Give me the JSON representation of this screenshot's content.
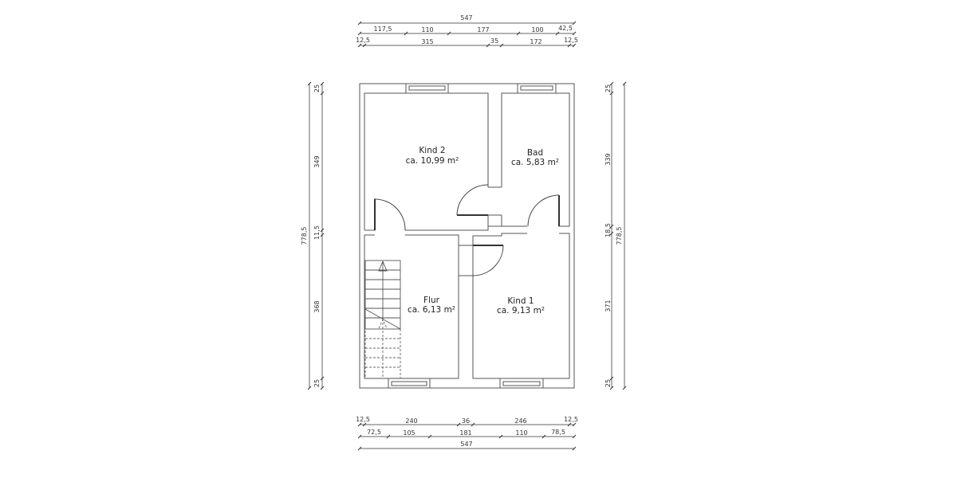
{
  "plan": {
    "rooms": [
      {
        "id": "kind2",
        "name": "Kind 2",
        "area": "ca. 10,99 m²"
      },
      {
        "id": "bad",
        "name": "Bad",
        "area": "ca. 5,83 m²"
      },
      {
        "id": "flur",
        "name": "Flur",
        "area": "ca. 6,13 m²"
      },
      {
        "id": "kind1",
        "name": "Kind 1",
        "area": "ca. 9,13 m²"
      }
    ]
  },
  "dimensions": {
    "top": {
      "overall": "547",
      "row2": [
        "117,5",
        "110",
        "177",
        "100",
        "42,5"
      ],
      "row3": [
        "12,5",
        "315",
        "35",
        "172",
        "12,5"
      ]
    },
    "bottom": {
      "row1": [
        "12,5",
        "240",
        "36",
        "246",
        "12,5"
      ],
      "row2": [
        "72,5",
        "105",
        "181",
        "110",
        "78,5"
      ],
      "overall": "547"
    },
    "left": {
      "overall": "778,5",
      "segments": [
        "25",
        "349",
        "11,5",
        "368",
        "25"
      ]
    },
    "right": {
      "overall": "778,5",
      "segments": [
        "25",
        "339",
        "18,5",
        "371",
        "25"
      ]
    }
  },
  "colors": {
    "wall": "#555555",
    "dimension_line": "#666666",
    "background": "#ffffff"
  }
}
